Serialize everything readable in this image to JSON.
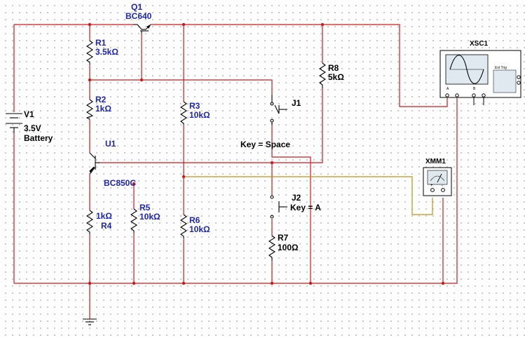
{
  "colors": {
    "wire": "#d01818",
    "wire_meter": "#c09010",
    "component_label": "#1a22c8",
    "key_label": "#000000"
  },
  "components": {
    "q1": {
      "ref": "Q1",
      "model": "BC640"
    },
    "u1": {
      "ref": "U1",
      "model": "BC850C"
    },
    "v1": {
      "ref": "V1",
      "value": "3.5V",
      "type": "Battery"
    },
    "r1": {
      "ref": "R1",
      "value": "3.5kΩ"
    },
    "r2": {
      "ref": "R2",
      "value": "1kΩ"
    },
    "r3": {
      "ref": "R3",
      "value": "10kΩ"
    },
    "r4": {
      "ref": "R4",
      "value": "1kΩ"
    },
    "r5": {
      "ref": "R5",
      "value": "10kΩ"
    },
    "r6": {
      "ref": "R6",
      "value": "10kΩ"
    },
    "r7": {
      "ref": "R7",
      "value": "100Ω"
    },
    "r8": {
      "ref": "R8",
      "value": "5kΩ"
    },
    "j1": {
      "ref": "J1",
      "key": "Key = Space"
    },
    "j2": {
      "ref": "J2",
      "key": "Key = A"
    }
  },
  "instruments": {
    "xsc1": {
      "ref": "XSC1",
      "ext_trig": "Ext Trig",
      "ch_a": "A",
      "ch_b": "B"
    },
    "xmm1": {
      "ref": "XMM1",
      "plus": "+",
      "minus": "−"
    }
  }
}
